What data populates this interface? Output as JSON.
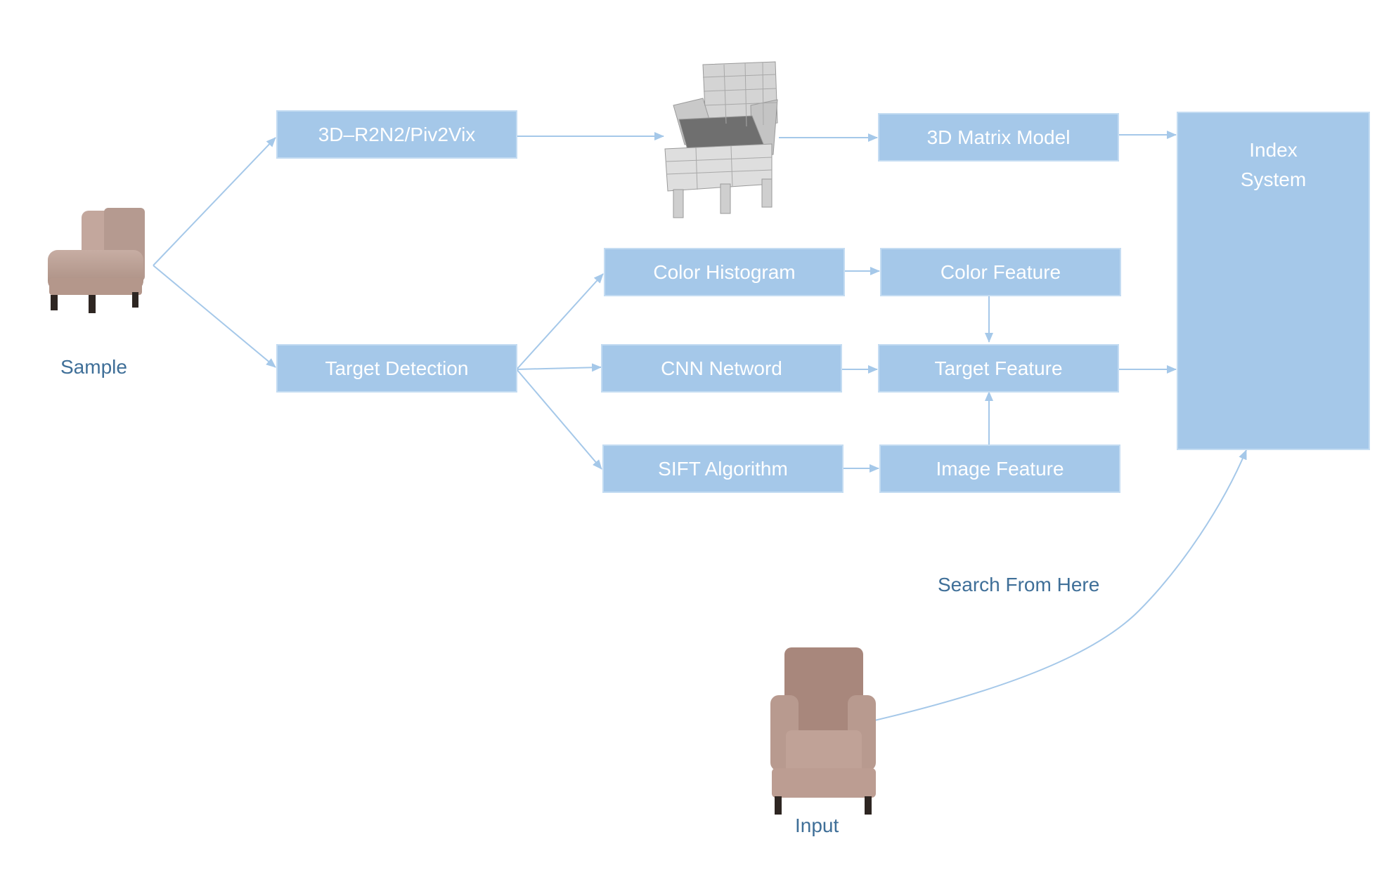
{
  "colors": {
    "box_fill": "#a5c8e9",
    "arrow": "#a5c8e9",
    "box_text": "#ffffff",
    "label_text": "#3f6f98"
  },
  "nodes": {
    "r2n2": "3D–R2N2/Piv2Vix",
    "matrix_model": "3D Matrix Model",
    "target_detection": "Target Detection",
    "color_histogram": "Color Histogram",
    "color_feature": "Color Feature",
    "cnn_network": "CNN Netword",
    "target_feature": "Target Feature",
    "sift_algorithm": "SIFT Algorithm",
    "image_feature": "Image Feature",
    "index_line1": "Index",
    "index_line2": "System"
  },
  "labels": {
    "sample": "Sample",
    "input": "Input",
    "search_from_here": "Search From Here"
  },
  "images": {
    "sample": "armchair-photo",
    "voxel": "voxel-armchair-model",
    "input": "armchair-photo"
  }
}
